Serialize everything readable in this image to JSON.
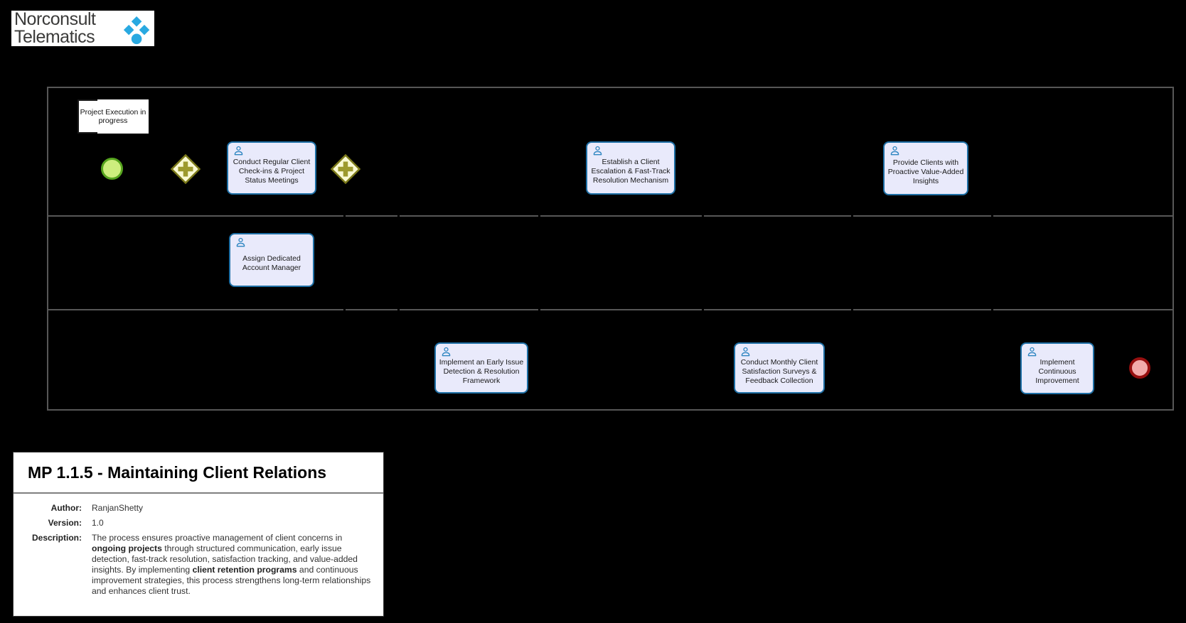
{
  "logo": {
    "line1": "Norconsult",
    "line2": "Telematics",
    "icon": "norconsult-diamonds-icon",
    "brand_blue": "#29a9e1"
  },
  "diagram": {
    "annotation": {
      "text": "Project Execution in progress"
    },
    "start_event": {
      "name": "start-event",
      "fill": "#cdee7e",
      "border": "#56a41e"
    },
    "end_event": {
      "name": "end-event",
      "fill": "#f2abab",
      "border": "#960f0f"
    },
    "gateways": [
      {
        "type": "parallel",
        "fill": "#f9f9d4",
        "border": "#7c7a1a",
        "plus": "#9d9a2e"
      },
      {
        "type": "parallel",
        "fill": "#f9f9d4",
        "border": "#7c7a1a",
        "plus": "#9d9a2e"
      }
    ],
    "task_style": {
      "fill": "#e9eafb",
      "border": "#1e6fa5",
      "icon": "person-icon"
    },
    "tasks": [
      {
        "label": "Conduct Regular Client Check-ins & Project Status Meetings"
      },
      {
        "label": "Establish a Client Escalation & Fast-Track Resolution Mechanism"
      },
      {
        "label": "Provide Clients with Proactive Value-Added Insights"
      },
      {
        "label": "Assign Dedicated Account Manager"
      },
      {
        "label": "Implement an Early Issue Detection & Resolution Framework"
      },
      {
        "label": "Conduct Monthly Client Satisfaction Surveys & Feedback Collection"
      },
      {
        "label": "Implement Continuous Improvement"
      }
    ]
  },
  "info": {
    "title": "MP 1.1.5 - Maintaining Client Relations",
    "author_label": "Author:",
    "author": "RanjanShetty",
    "version_label": "Version:",
    "version": "1.0",
    "description_label": "Description:",
    "description_segments": [
      {
        "text": "The process ensures proactive management of client concerns in ",
        "bold": false
      },
      {
        "text": "ongoing projects",
        "bold": true
      },
      {
        "text": " through structured communication, early issue detection, fast-track resolution, satisfaction tracking, and value-added insights. By implementing ",
        "bold": false
      },
      {
        "text": "client retention programs",
        "bold": true
      },
      {
        "text": " and continuous improvement strategies, this process strengthens long-term relationships and enhances client trust.",
        "bold": false
      }
    ]
  }
}
